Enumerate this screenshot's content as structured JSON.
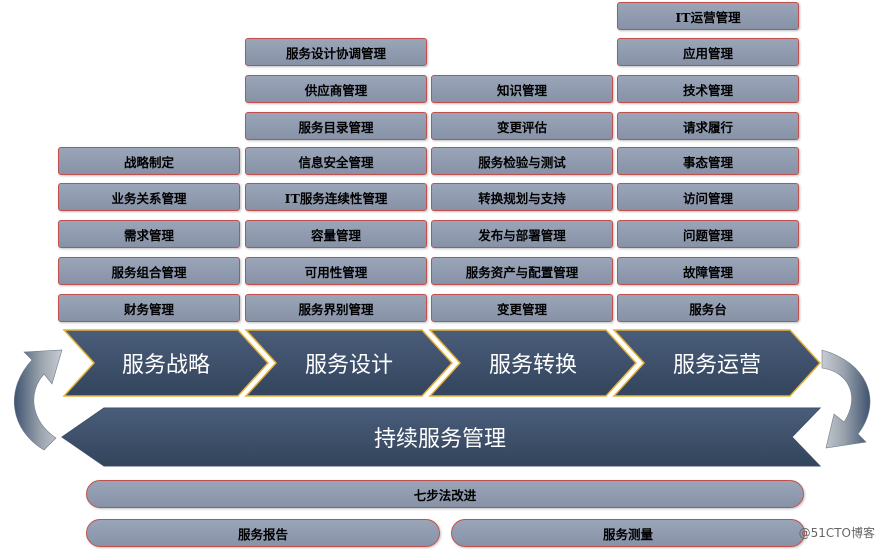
{
  "columns": {
    "strategy": [
      "战略制定",
      "业务关系管理",
      "需求管理",
      "服务组合管理",
      "财务管理"
    ],
    "design": [
      "服务设计协调管理",
      "供应商管理",
      "服务目录管理",
      "信息安全管理",
      "IT服务连续性管理",
      "容量管理",
      "可用性管理",
      "服务界别管理"
    ],
    "transition": [
      "知识管理",
      "变更评估",
      "服务检验与测试",
      "转换规划与支持",
      "发布与部署管理",
      "服务资产与配置管理",
      "变更管理"
    ],
    "operation": [
      "IT运营管理",
      "应用管理",
      "技术管理",
      "请求履行",
      "事态管理",
      "访问管理",
      "问题管理",
      "故障管理",
      "服务台"
    ]
  },
  "stages": [
    "服务战略",
    "服务设计",
    "服务转换",
    "服务运营"
  ],
  "continual": "持续服务管理",
  "bottom": {
    "seven_step": "七步法改进",
    "report": "服务报告",
    "measure": "服务测量"
  },
  "watermark": "@51CTO博客",
  "colors": {
    "box_fill": "#8e99ad",
    "box_border": "#c0504d",
    "chevron_fill": "#3c4f6a",
    "chevron_border": "#e6b33a",
    "arrow_fill": "#3c4f6a"
  }
}
